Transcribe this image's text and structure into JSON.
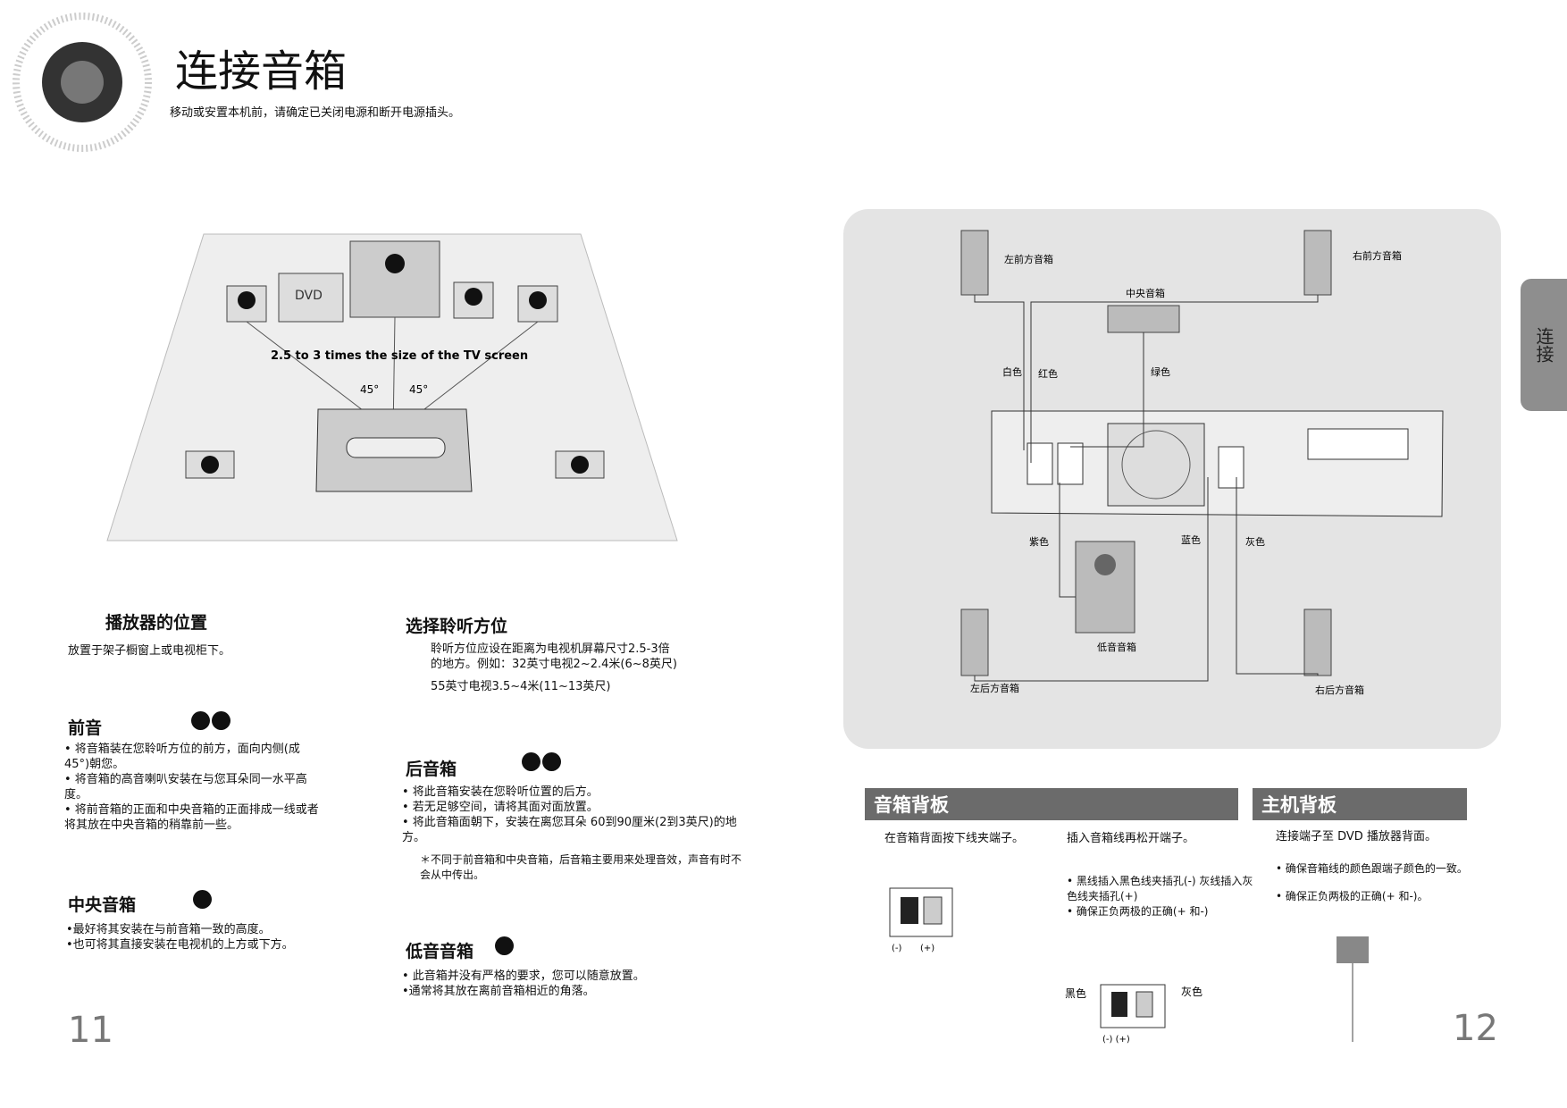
{
  "title": "连接音箱",
  "subtitle": "移动或安置本机前，请确定已关闭电源和断开电源插头。",
  "side_tab": "连接",
  "room": {
    "dvd": "DVD",
    "distance": "2.5 to 3 times the size of the TV screen",
    "a1": "45°",
    "a2": "45°"
  },
  "s1": {
    "h": "播放器的位置",
    "b": "放置于架子橱窗上或电视柜下。"
  },
  "s2": {
    "h": "选择聆听方位",
    "b1": "聆听方位应设在距离为电视机屏幕尺寸2.5-3倍的地方。例如：32英寸电视2~2.4米(6~8英尺)",
    "b2": "55英寸电视3.5~4米(11~13英尺)"
  },
  "s3": {
    "h": "前音",
    "l1": "• 将音箱装在您聆听方位的前方，面向内侧(成45°)朝您。",
    "l2": "• 将音箱的高音喇叭安装在与您耳朵同一水平高度。",
    "l3": "• 将前音箱的正面和中央音箱的正面排成一线或者将其放在中央音箱的稍靠前一些。"
  },
  "s4": {
    "h": "后音箱",
    "l1": "• 将此音箱安装在您聆听位置的后方。",
    "l2": "• 若无足够空间，请将其面对面放置。",
    "l3": "• 将此音箱面朝下，安装在离您耳朵 60到90厘米(2到3英尺)的地方。",
    "n": "＊不同于前音箱和中央音箱，后音箱主要用来处理音效，声音有时不会从中传出。"
  },
  "s5": {
    "h": "中央音箱",
    "l1": "•最好将其安装在与前音箱一致的高度。",
    "l2": "•也可将其直接安装在电视机的上方或下方。"
  },
  "s6": {
    "h": "低音音箱",
    "l1": "• 此音箱并没有严格的要求，您可以随意放置。",
    "l2": "•通常将其放在离前音箱相近的角落。"
  },
  "diag": {
    "fl": "左前方音箱",
    "fr": "右前方音箱",
    "c": "中央音箱",
    "w": "白色",
    "r": "红色",
    "g": "绿色",
    "p": "紫色",
    "b": "蓝色",
    "gr": "灰色",
    "sub": "低音音箱",
    "rl": "左后方音箱",
    "rr": "右后方音箱"
  },
  "back": {
    "h": "音箱背板",
    "c1": "在音箱背面按下线夹端子。",
    "c2": "插入音箱线再松开端子。",
    "n1": "• 黑线插入黑色线夹插孔(-) 灰线插入灰色线夹插孔(+)",
    "n2": "• 确保正负两极的正确(+ 和-)",
    "minus": "(-)",
    "plus": "(+)",
    "black": "黑色",
    "grey": "灰色"
  },
  "main": {
    "h": "主机背板",
    "c": "连接端子至 DVD 播放器背面。",
    "n1": "• 确保音箱线的颜色跟端子颜色的一致。",
    "n2": "• 确保正负两极的正确(+ 和-)。"
  },
  "pages": {
    "l": "11",
    "r": "12"
  }
}
